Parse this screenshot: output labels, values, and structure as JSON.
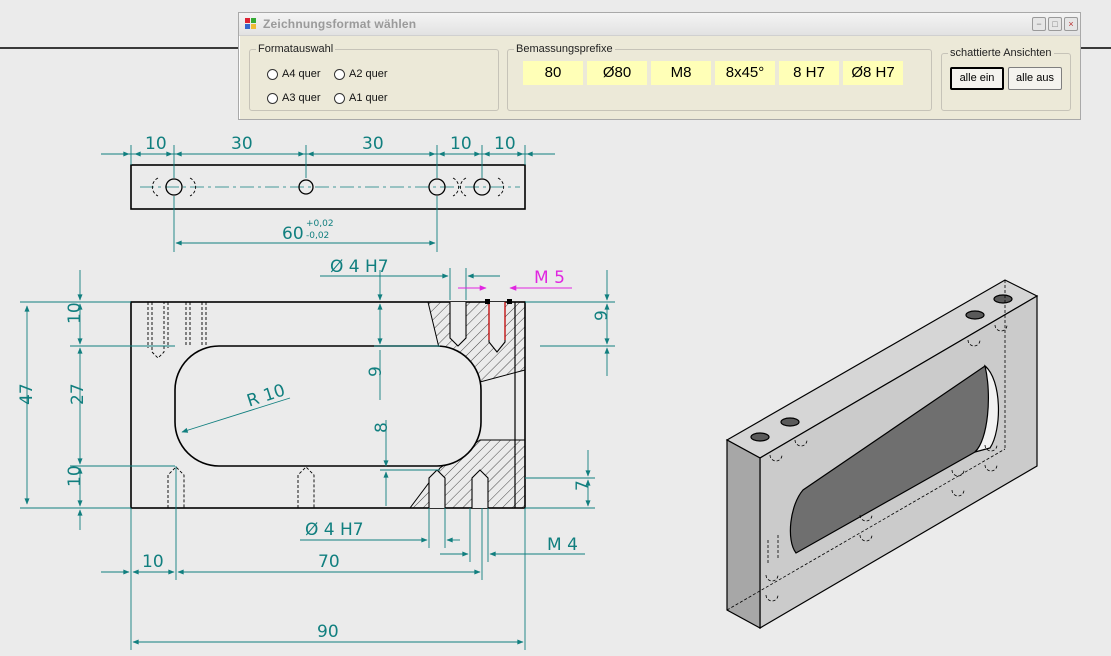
{
  "window": {
    "title": "Zeichnungsformat wählen"
  },
  "window_buttons": {
    "minimize": "−",
    "maximize": "□",
    "close": "×"
  },
  "format_group": {
    "legend": "Formatauswahl",
    "options": [
      "A4 quer",
      "A2 quer",
      "A3 quer",
      "A1 quer"
    ]
  },
  "prefix_group": {
    "legend": "Bemassungsprefixe",
    "items": [
      "80",
      "Ø80",
      "M8",
      "8x45°",
      "8 H7",
      "Ø8 H7"
    ]
  },
  "shaded_group": {
    "legend": "schattierte Ansichten",
    "btn_all_on": "alle ein",
    "btn_all_off": "alle aus"
  },
  "drawing": {
    "top_view": {
      "dims": [
        "10",
        "30",
        "30",
        "10",
        "10"
      ],
      "tol_dim": "60",
      "tol_upper": "+0,02",
      "tol_lower": "-0,02"
    },
    "front_view": {
      "left_total": "47",
      "left_dims": [
        "10",
        "27",
        "10"
      ],
      "radius": "R 10",
      "bottom_dims": [
        "10",
        "70"
      ],
      "overall": "90",
      "hole_top": "Ø 4 H7",
      "hole_bottom": "Ø 4 H7",
      "thread_top": "M 5",
      "thread_bottom": "M 4",
      "depth_dims": [
        "9",
        "9",
        "8",
        "7"
      ]
    }
  },
  "colors": {
    "dimension": "#117f7f",
    "annotation": "#e026e0",
    "prefix_bg": "#ffffb7",
    "part_face": "#c9c9c9"
  }
}
